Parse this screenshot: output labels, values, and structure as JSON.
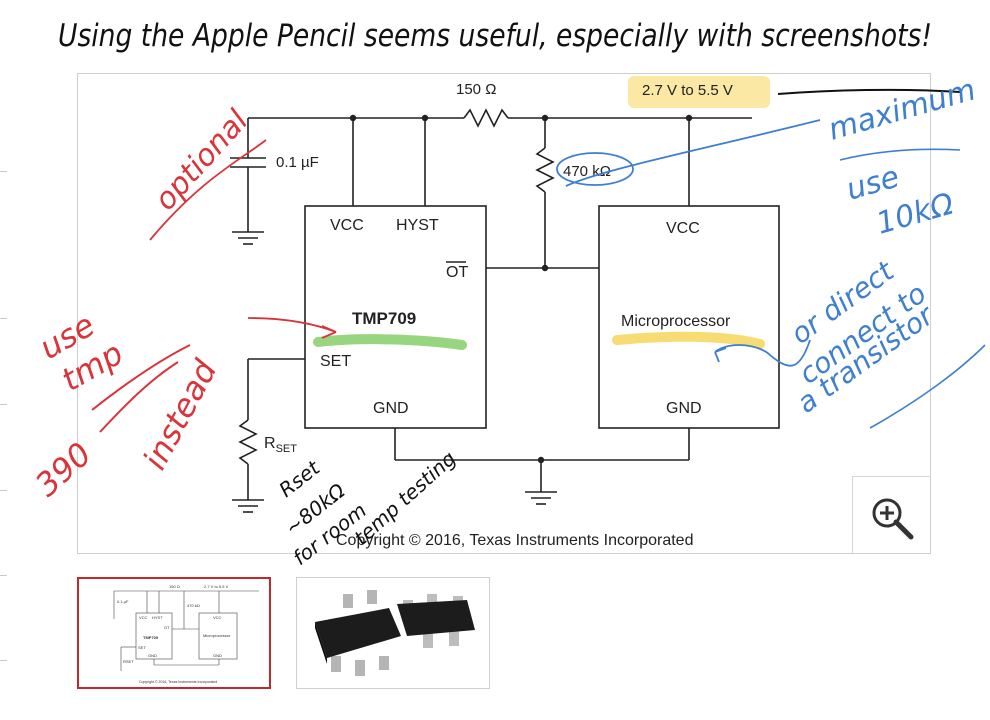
{
  "annotations": {
    "title_note": "Using the Apple Pencil seems useful, especially with screenshots!",
    "optional": "optional",
    "maximum": "maximum",
    "use_10k_a": "use",
    "use_10k_b": "10kΩ",
    "or_direct_1": "or direct",
    "or_direct_2": "connect to",
    "or_direct_3": "a transistor",
    "use_tmp_1": "use",
    "use_tmp_2": "tmp",
    "use_tmp_3": "390",
    "use_tmp_4": "instead",
    "rset_1": "Rset",
    "rset_2": "~80kΩ",
    "rset_3": "for room",
    "rset_4": "temp testing"
  },
  "diagram": {
    "resistor_top": "150 Ω",
    "supply": "2.7 V to 5.5 V",
    "capacitor": "0.1 µF",
    "pullup": "470 kΩ",
    "ic_name": "TMP709",
    "pin_vcc": "VCC",
    "pin_hyst": "HYST",
    "pin_ot": "OT",
    "pin_set": "SET",
    "pin_gnd": "GND",
    "mcu_name": "Microprocessor",
    "mcu_vcc": "VCC",
    "mcu_gnd": "GND",
    "rset": "R",
    "rset_sub": "SET",
    "copyright": "Copyright © 2016, Texas Instruments Incorporated"
  },
  "thumbnails": {
    "t_res": "150 Ω",
    "t_supply": "2.7 V to 5.5 V",
    "t_cap": "0.1 µF",
    "t_pullup": "470 kΩ",
    "t_vcc": "VCC",
    "t_hyst": "HYST",
    "t_ot": "OT",
    "t_ic": "TMP709",
    "t_set": "SET",
    "t_gnd": "GND",
    "t_mcu_vcc": "VCC",
    "t_mcu": "Microprocessor",
    "t_mcu_gnd": "GND",
    "t_rset": "RSET",
    "t_copy": "Copyright © 2016, Texas Instruments Incorporated"
  },
  "colors": {
    "red_ink": "#d9343a",
    "blue_ink": "#3f7fd0",
    "black_ink": "#111111",
    "green_highlight": "#7dcc5e",
    "yellow_highlight": "#f6d65a",
    "selected_border": "#c0282a"
  },
  "icons": {
    "zoom": "zoom-in-icon"
  }
}
